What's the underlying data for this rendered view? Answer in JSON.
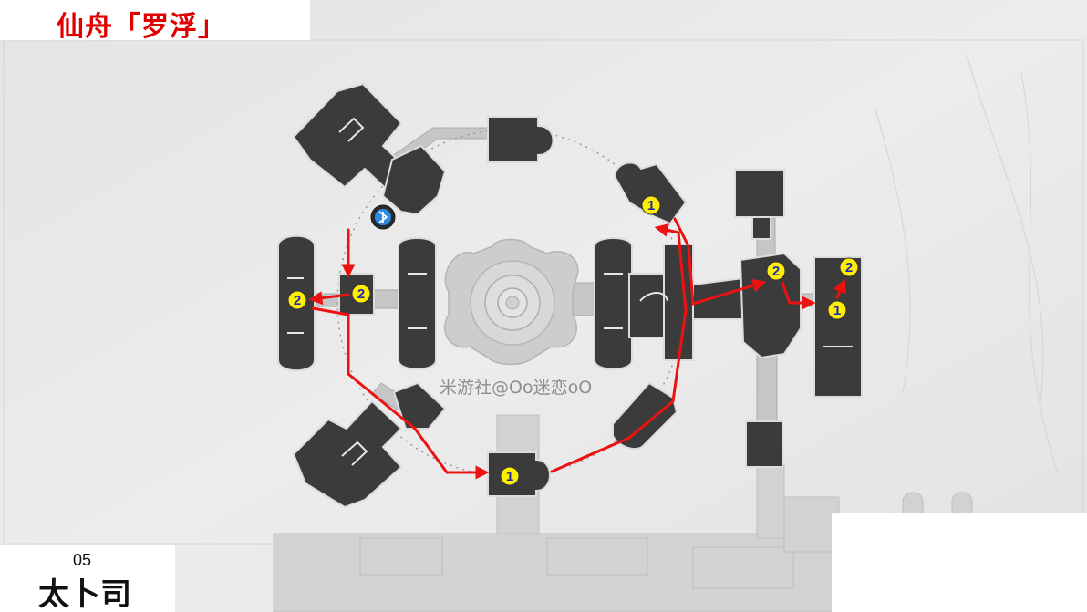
{
  "header": {
    "region_title": "仙舟「罗浮」",
    "title_color": "#e00000"
  },
  "area": {
    "number": "05",
    "name": "太卜司"
  },
  "watermark": "米游社@Oo迷恋oO",
  "markers": [
    {
      "label": "1",
      "id": "marker-1-top-right-room"
    },
    {
      "label": "2",
      "id": "marker-2-left-room"
    },
    {
      "label": "2",
      "id": "marker-2-left-hall"
    },
    {
      "label": "2",
      "id": "marker-2-right-hall"
    },
    {
      "label": "2",
      "id": "marker-2-far-right-room"
    },
    {
      "label": "1",
      "id": "marker-1-far-right-room"
    },
    {
      "label": "1",
      "id": "marker-1-bottom-room"
    }
  ],
  "colors": {
    "route": "#ee1111",
    "marker_fill": "#ffee00",
    "marker_text": "#1f2aa8",
    "room": "#3b3b3b",
    "corridor": "#c4c4c4",
    "background": "#e9e9e9",
    "teleport": "#2d8be6"
  },
  "icons": [
    "space-anchor-icon"
  ]
}
